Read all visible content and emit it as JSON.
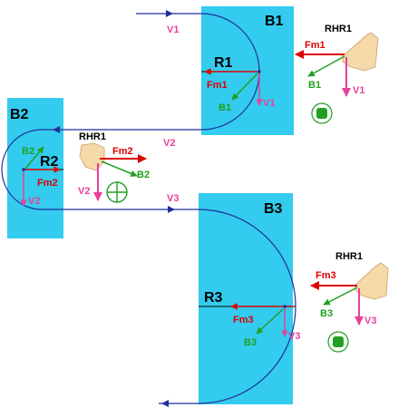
{
  "colors": {
    "field_region": "#33ccee",
    "path": "#1f2f9c",
    "force": "#dd0000",
    "velocity": "#e8409a",
    "field_vector": "#20a020",
    "hand_skin": "#f6d9a8",
    "into_symbol": "#20a020",
    "out_symbol": "#20a020"
  },
  "regions": {
    "b1": {
      "label": "B1",
      "radius_label": "R1"
    },
    "b2": {
      "label": "B2",
      "radius_label": "R2"
    },
    "b3": {
      "label": "B3",
      "radius_label": "R3"
    }
  },
  "vectors": {
    "v1": "V1",
    "v2": "V2",
    "v3": "V3",
    "fm1": "Fm1",
    "fm2": "Fm2",
    "fm3": "Fm3",
    "b1": "B1",
    "b2": "B2",
    "b3": "B3"
  },
  "rhr_label": "RHR1",
  "field_symbols": {
    "b1": "out-of-page-dot-icon",
    "b2": "into-page-cross-icon",
    "b3": "out-of-page-dot-icon"
  }
}
